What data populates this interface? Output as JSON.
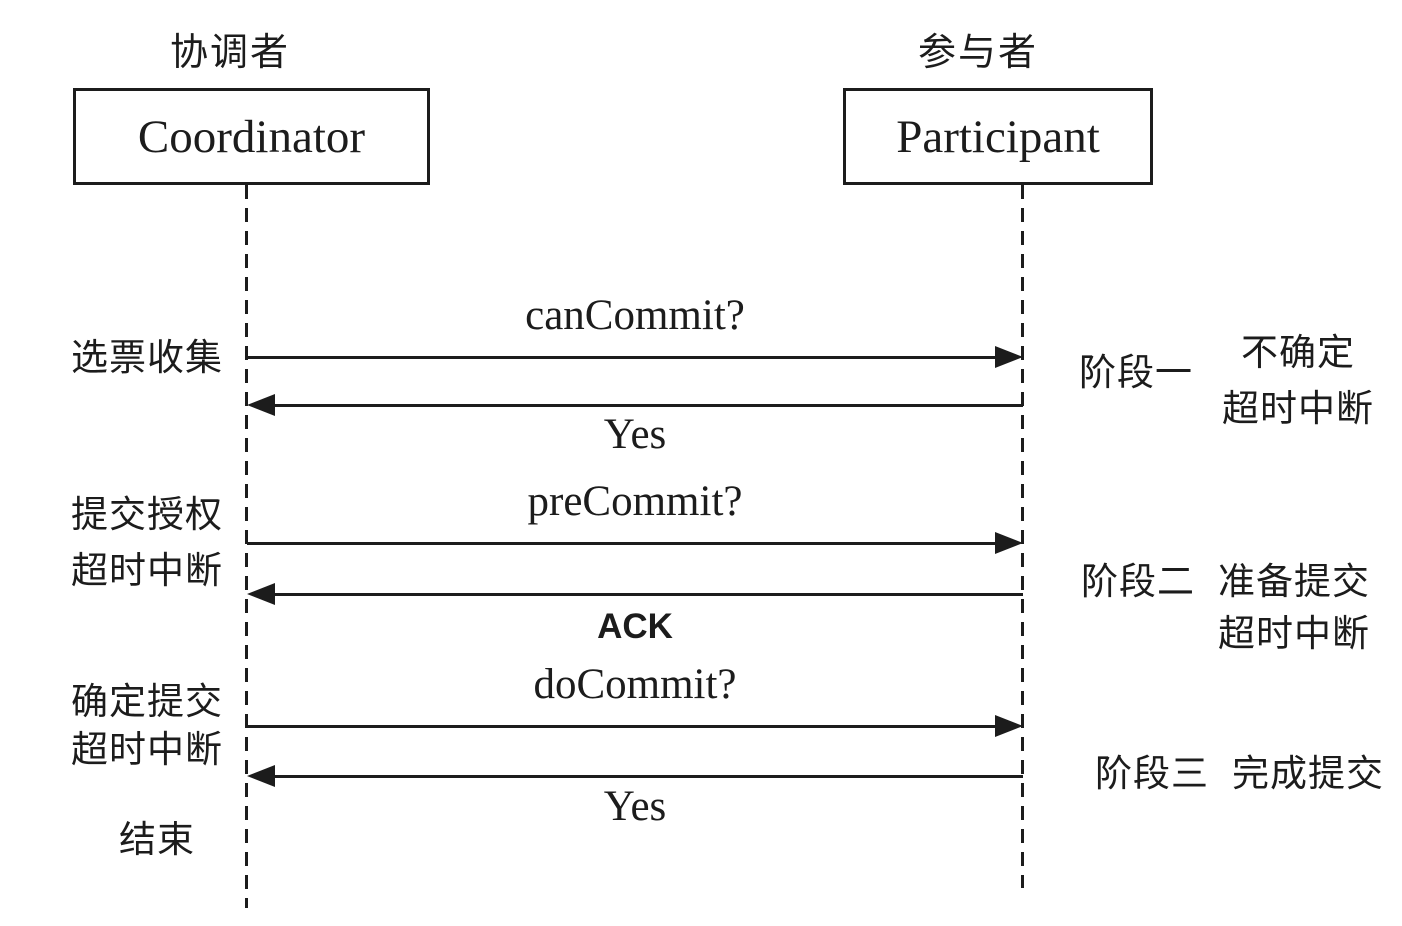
{
  "diagram": {
    "type": "sequence",
    "topic": "three-phase-commit",
    "colors": {
      "ink": "#1c1c1c",
      "background": "#ffffff"
    },
    "actors": [
      {
        "id": "coordinator",
        "cn_label": "协调者",
        "en_label": "Coordinator"
      },
      {
        "id": "participant",
        "cn_label": "参与者",
        "en_label": "Participant"
      }
    ],
    "messages": [
      {
        "label": "canCommit?",
        "direction": "right",
        "label_position": "above"
      },
      {
        "label": "Yes",
        "direction": "left",
        "label_position": "below"
      },
      {
        "label": "preCommit?",
        "direction": "right",
        "label_position": "above"
      },
      {
        "label": "ACK",
        "direction": "left",
        "label_position": "below"
      },
      {
        "label": "doCommit?",
        "direction": "right",
        "label_position": "above"
      },
      {
        "label": "Yes",
        "direction": "left",
        "label_position": "below"
      }
    ],
    "left_annotations": {
      "phase1_line1": "选票收集",
      "phase2_line1": "提交授权",
      "phase2_line2": "超时中断",
      "phase3_line1": "确定提交",
      "phase3_line2": "超时中断",
      "end": "结束"
    },
    "right_annotations": {
      "phase1_name": "阶段一",
      "phase1_line1": "不确定",
      "phase1_line2": "超时中断",
      "phase2_name": "阶段二",
      "phase2_line1": "准备提交",
      "phase2_line2": "超时中断",
      "phase3_name": "阶段三",
      "phase3_line1": "完成提交"
    }
  }
}
